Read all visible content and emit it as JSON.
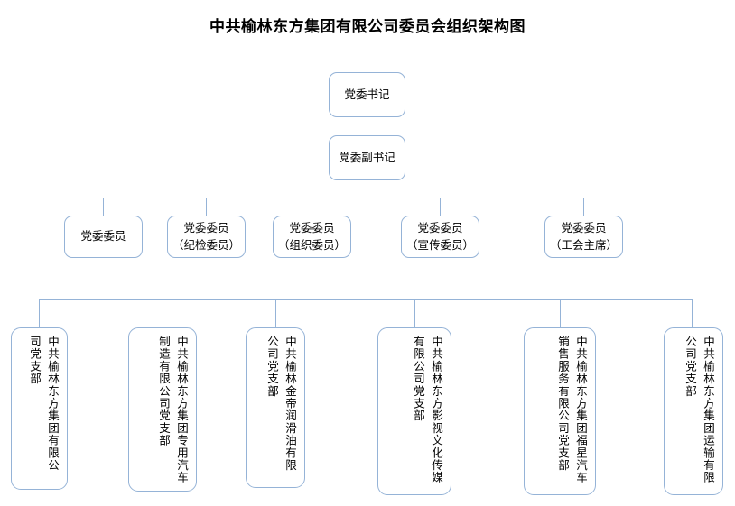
{
  "chart": {
    "title": "中共榆林东方集团有限公司委员会组织架构图",
    "accent_color": "#95b3d7",
    "text_color": "#000000",
    "background_color": "#ffffff"
  },
  "level1": {
    "secretary": "党委书记",
    "deputy_secretary": "党委副书记"
  },
  "committee_members": [
    {
      "label": "党委委员"
    },
    {
      "label": "党委委员\n（纪检委员）"
    },
    {
      "label": "党委委员\n（组织委员）"
    },
    {
      "label": "党委委员\n（宣传委员）"
    },
    {
      "label": "党委委员\n（工会主席）"
    }
  ],
  "branches": [
    {
      "label": "中共榆林东方集团有限公司党支部"
    },
    {
      "label": "中共榆林东方集团专用汽车制造有限公司党支部"
    },
    {
      "label": "中共榆林金帝润滑油有限公司党支部"
    },
    {
      "label": "中共榆林东方影视文化传媒有限公司党支部"
    },
    {
      "label": "中共榆林东方集团福星汽车销售服务有限公司党支部"
    },
    {
      "label": "中共榆林东方集团运输有限公司党支部"
    }
  ]
}
